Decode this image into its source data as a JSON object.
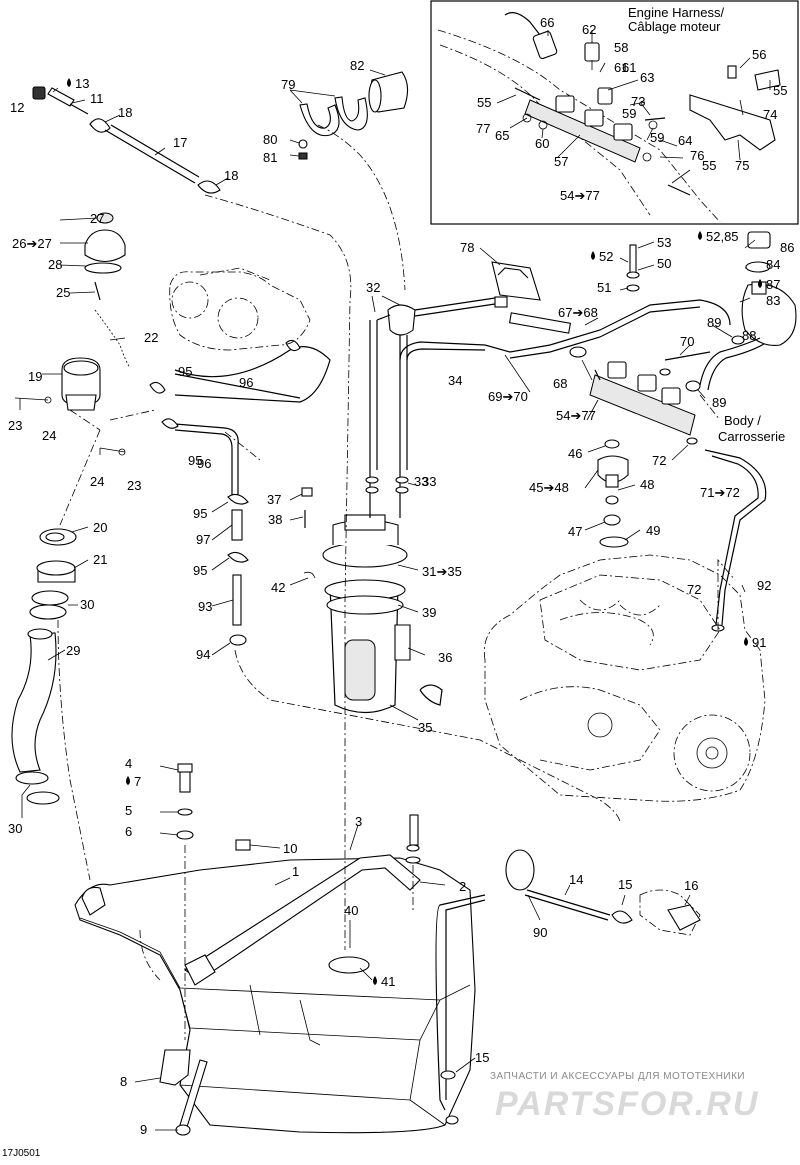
{
  "diagram_code": "17J0501",
  "inset": {
    "harness_line1": "Engine Harness/",
    "harness_line2": "Câblage moteur",
    "labels": [
      "66",
      "62",
      "58",
      "61",
      "61",
      "63",
      "56",
      "55",
      "55",
      "77",
      "65",
      "60",
      "73",
      "59",
      "59",
      "64",
      "76",
      "74",
      "75",
      "57",
      "55",
      "54➔77"
    ]
  },
  "body_note": {
    "line1": "Body /",
    "line2": "Carrosserie"
  },
  "drop_symbol": "💧",
  "labels": [
    "12",
    "13",
    "11",
    "18",
    "17",
    "18",
    "79",
    "82",
    "80",
    "81",
    "27",
    "26➔27",
    "28",
    "25",
    "22",
    "19",
    "23",
    "24",
    "24",
    "23",
    "95",
    "96",
    "95",
    "96",
    "95",
    "97",
    "95",
    "93",
    "94",
    "37",
    "38",
    "42",
    "32",
    "34",
    "33",
    "33",
    "31➔35",
    "39",
    "36",
    "35",
    "78",
    "53",
    "52",
    "50",
    "51",
    "52,85",
    "86",
    "84",
    "87",
    "83",
    "88",
    "89",
    "89",
    "67➔68",
    "70",
    "68",
    "69➔70",
    "54➔77",
    "46",
    "45➔48",
    "48",
    "47",
    "49",
    "72",
    "71➔72",
    "20",
    "21",
    "30",
    "29",
    "30",
    "4",
    "7",
    "5",
    "6",
    "10",
    "3",
    "1",
    "2",
    "8",
    "9",
    "40",
    "41",
    "14",
    "15",
    "16",
    "90",
    "15",
    "72",
    "92",
    "91"
  ],
  "watermark": {
    "line1": "ЗАПЧАСТИ И АКСЕССУАРЫ ДЛЯ МОТОТЕХНИКИ",
    "line2": "PARTSFOR.RU"
  }
}
